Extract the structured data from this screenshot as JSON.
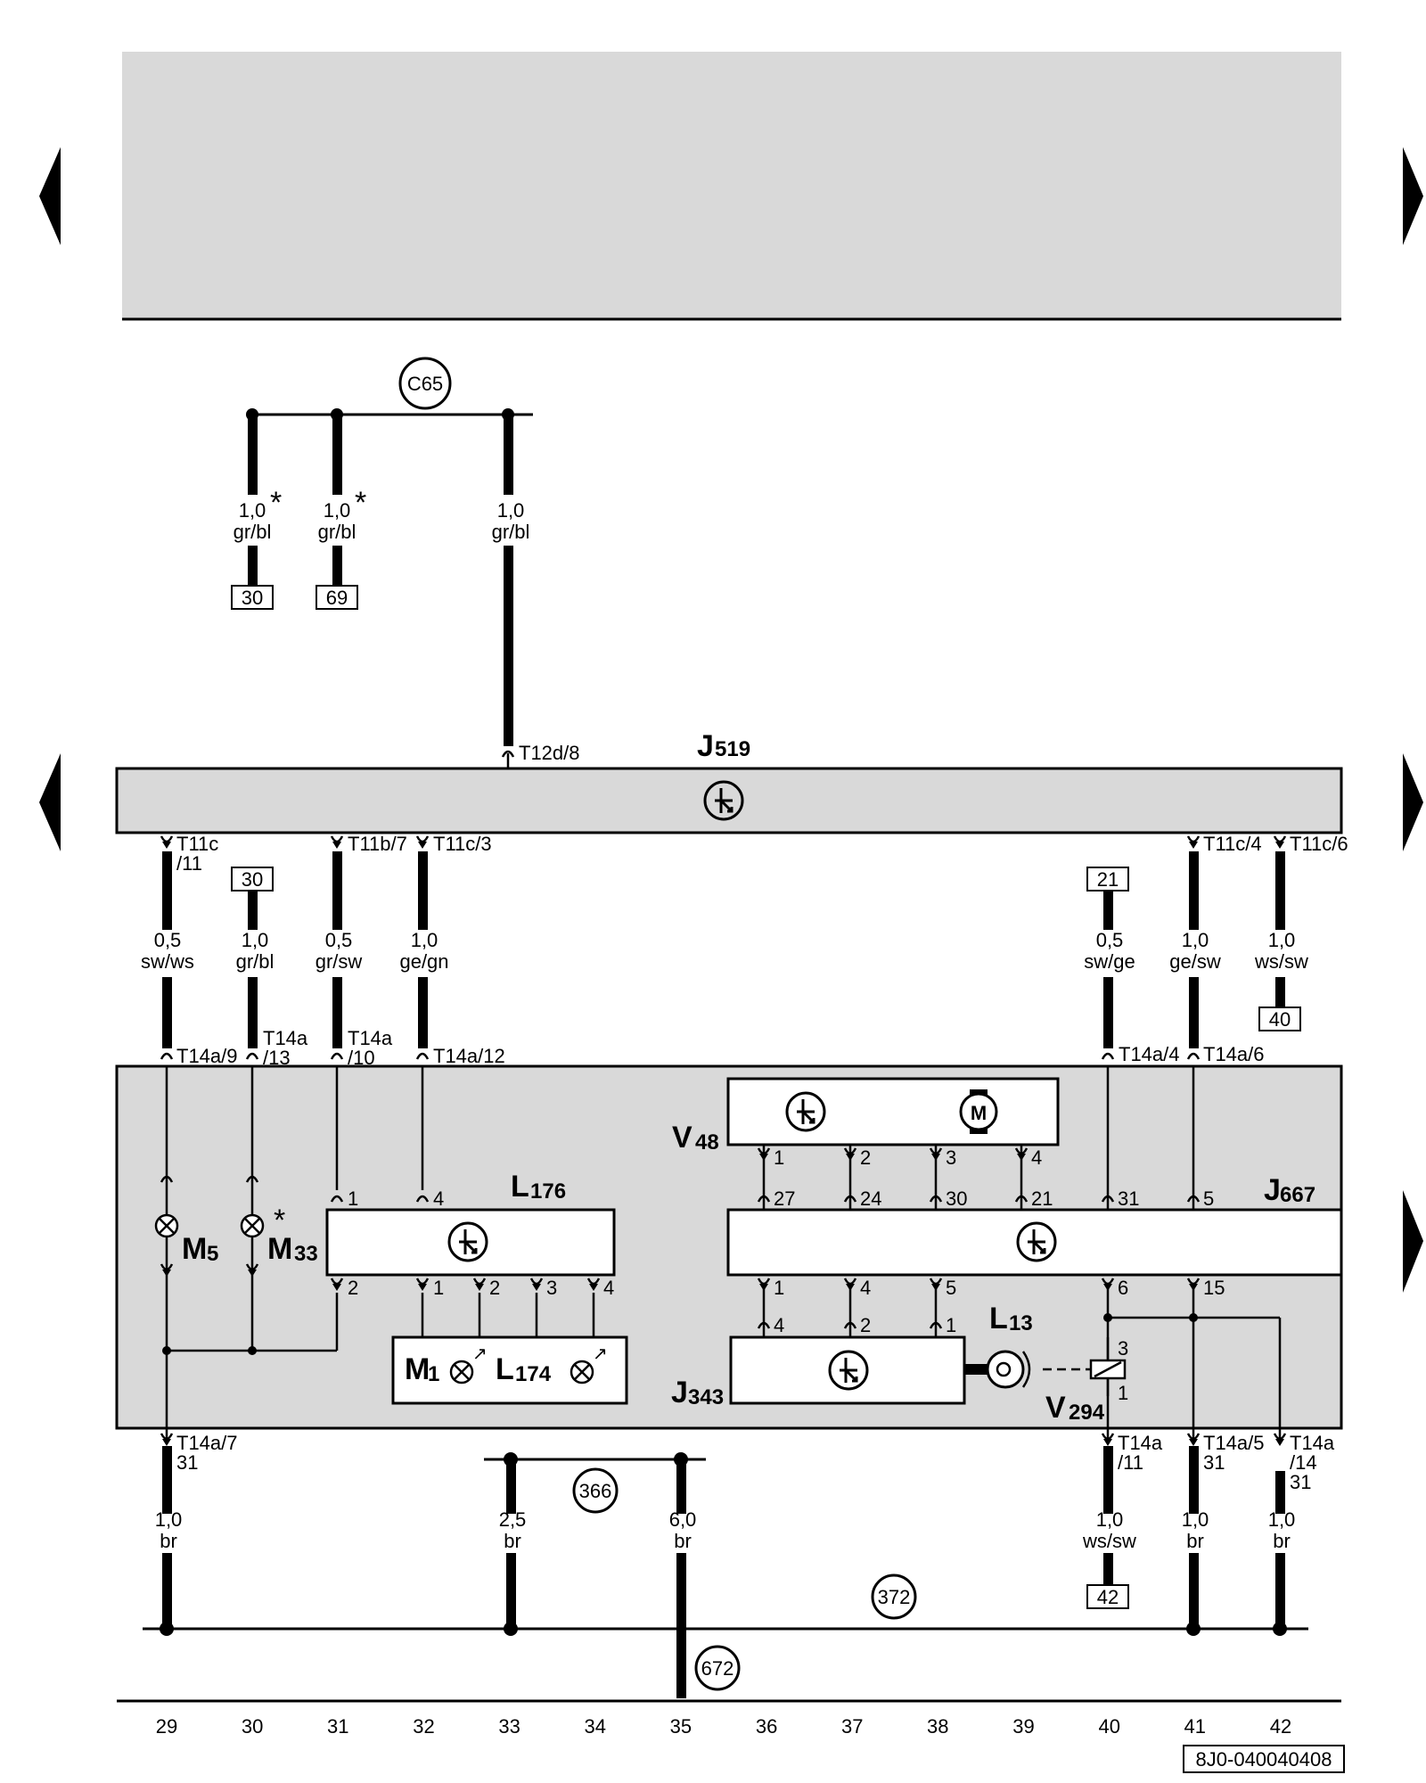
{
  "components": {
    "j519": {
      "label": "J",
      "sub": "519"
    },
    "j667": {
      "label": "J",
      "sub": "667"
    },
    "j343": {
      "label": "J",
      "sub": "343"
    },
    "v48": {
      "label": "V",
      "sub": "48"
    },
    "v294": {
      "label": "V",
      "sub": "294"
    },
    "l176": {
      "label": "L",
      "sub": "176"
    },
    "l174": {
      "label": "L",
      "sub": "174"
    },
    "l13": {
      "label": "L",
      "sub": "13"
    },
    "m1": {
      "label": "M",
      "sub": "1"
    },
    "m5": {
      "label": "M",
      "sub": "5"
    },
    "m33": {
      "label": "M",
      "sub": "33"
    }
  },
  "circled": {
    "c65": "C65",
    "r366": "366",
    "r372": "372",
    "r672": "672"
  },
  "boxed_refs": {
    "ref30a": "30",
    "ref69": "69",
    "ref30b": "30",
    "ref21": "21",
    "ref40": "40",
    "ref42": "42"
  },
  "wires": {
    "w1a": "1,0",
    "w1b": "gr/bl",
    "w2a": "1,0",
    "w2b": "gr/bl",
    "w3a": "1,0",
    "w3b": "gr/bl",
    "w29a": "0,5",
    "w29b": "sw/ws",
    "w30a": "1,0",
    "w30b": "gr/bl",
    "w31a": "0,5",
    "w31b": "gr/sw",
    "w32a": "1,0",
    "w32b": "ge/gn",
    "w40a": "0,5",
    "w40b": "sw/ge",
    "w41a": "1,0",
    "w41b": "ge/sw",
    "w42a": "1,0",
    "w42b": "ws/sw",
    "b29a": "1,0",
    "b29b": "br",
    "b33a": "2,5",
    "b33b": "br",
    "b35a": "6,0",
    "b35b": "br",
    "b40a": "1,0",
    "b40b": "ws/sw",
    "b41a": "1,0",
    "b41b": "br",
    "b42a": "1,0",
    "b42b": "br"
  },
  "asterisk": "*",
  "pins": {
    "t12d8": "T12d/8",
    "t11c11a": "T11c",
    "t11c11b": "/11",
    "t11b7": "T11b/7",
    "t11c3": "T11c/3",
    "t11c4": "T11c/4",
    "t11c6": "T11c/6",
    "t14a9": "T14a/9",
    "t14a13a": "T14a",
    "t14a13b": "/13",
    "t14a10a": "T14a",
    "t14a10b": "/10",
    "t14a12": "T14a/12",
    "t14a4": "T14a/4",
    "t14a6": "T14a/6",
    "t14a7": "T14a/7",
    "t14a7b": "31",
    "t14a11a": "T14a",
    "t14a11b": "/11",
    "t14a5": "T14a/5",
    "t14a5b": "31",
    "t14a14a": "T14a",
    "t14a14b": "/14",
    "t14a14c": "31",
    "p1": "1",
    "p4": "4",
    "p2": "2",
    "p3": "3",
    "p27": "27",
    "p24": "24",
    "p30": "30",
    "p21": "21",
    "p31": "31",
    "p5": "5",
    "p6": "6",
    "p15": "15"
  },
  "grid_numbers": [
    "29",
    "30",
    "31",
    "32",
    "33",
    "34",
    "35",
    "36",
    "37",
    "38",
    "39",
    "40",
    "41",
    "42"
  ],
  "doc_id": "8J0-040040408"
}
